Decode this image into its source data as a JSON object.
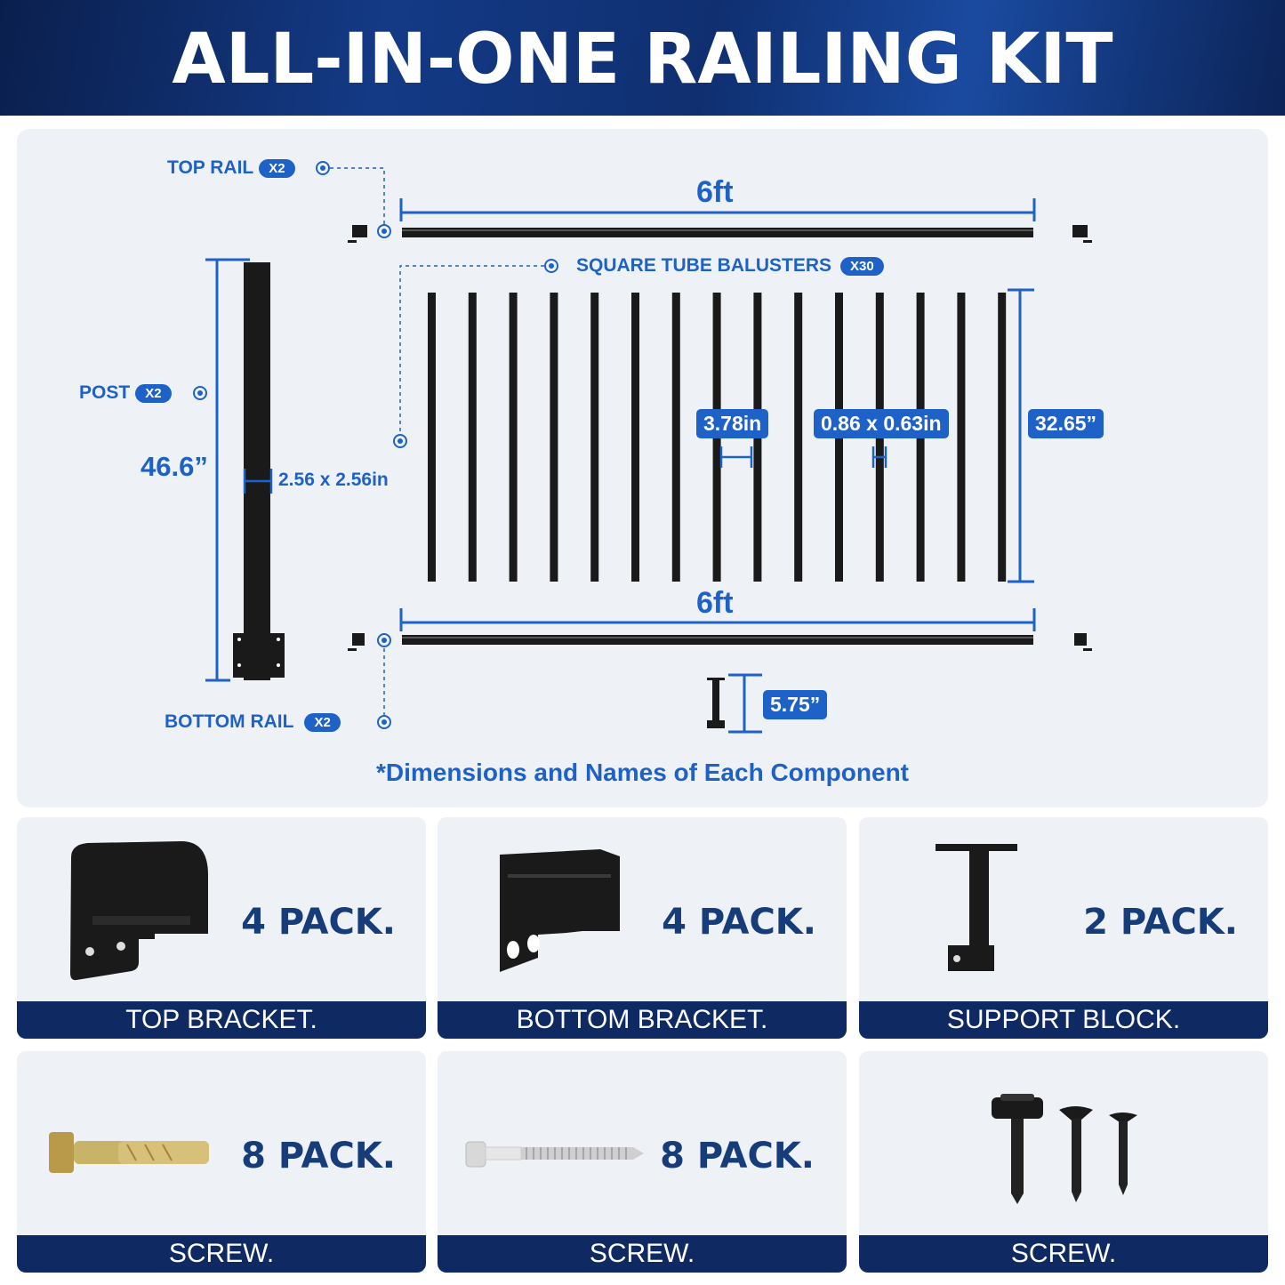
{
  "header": {
    "title": "ALL-IN-ONE RAILING KIT"
  },
  "diagram": {
    "top_rail": {
      "label": "TOP RAIL",
      "count": "X2",
      "length": "6ft"
    },
    "balusters": {
      "label": "SQUARE TUBE BALUSTERS",
      "count": "X30",
      "spacing": "3.78in",
      "size": "0.86 x 0.63in",
      "height": "32.65”"
    },
    "post": {
      "label": "POST",
      "count": "X2",
      "height": "46.6”",
      "size": "2.56 x 2.56in"
    },
    "bottom_rail": {
      "label": "BOTTOM RAIL",
      "count": "X2",
      "length": "6ft"
    },
    "support_height": "5.75”",
    "note": "*Dimensions and Names of Each Component"
  },
  "components": [
    {
      "pack": "4 PACK.",
      "name": "TOP BRACKET.",
      "icon": "top-bracket-icon"
    },
    {
      "pack": "4 PACK.",
      "name": "BOTTOM BRACKET.",
      "icon": "bottom-bracket-icon"
    },
    {
      "pack": "2 PACK.",
      "name": "SUPPORT BLOCK.",
      "icon": "support-block-icon"
    },
    {
      "pack": "8 PACK.",
      "name": "SCREW.",
      "icon": "anchor-bolt-icon"
    },
    {
      "pack": "8 PACK.",
      "name": "SCREW.",
      "icon": "lag-screw-icon"
    },
    {
      "pack": "",
      "name": "SCREW.",
      "icon": "self-drilling-screws-icon"
    }
  ],
  "colors": {
    "accent": "#1e62c8",
    "navy": "#0f2a63",
    "panel": "#eef2f6"
  }
}
